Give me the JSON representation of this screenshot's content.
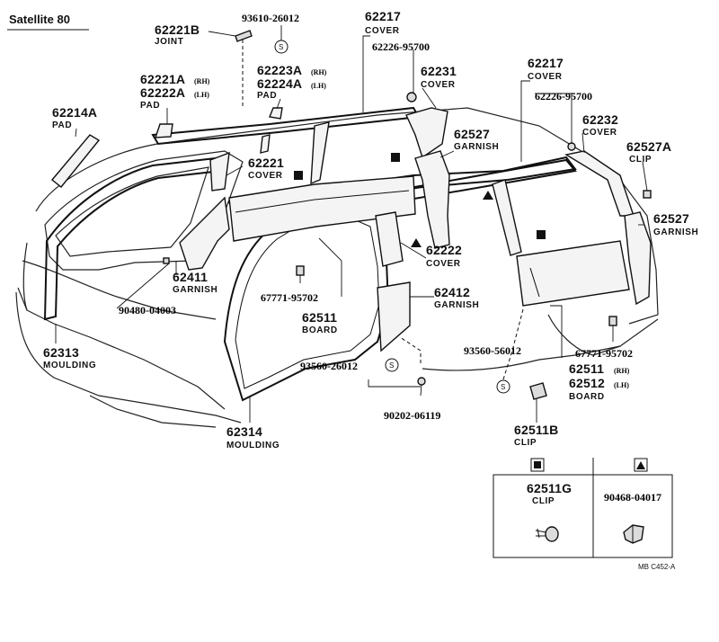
{
  "title": "Satellite 80",
  "ref_code": "MB  C452-A",
  "parts": {
    "p62221B": {
      "num": "62221B",
      "name": "JOINT"
    },
    "p93610": {
      "num": "93610-26012"
    },
    "p62217a": {
      "num": "62217",
      "name": "COVER"
    },
    "p62226a": {
      "num": "62226-95700"
    },
    "p62223A": {
      "num": "62223A",
      "suffix": "(RH)"
    },
    "p62224A": {
      "num": "62224A",
      "suffix": "(LH)",
      "name": "PAD"
    },
    "p62221A": {
      "num": "62221A",
      "suffix": "(RH)"
    },
    "p62222A": {
      "num": "62222A",
      "suffix": "(LH)",
      "name": "PAD"
    },
    "p62231": {
      "num": "62231",
      "name": "COVER"
    },
    "p62217b": {
      "num": "62217",
      "name": "COVER"
    },
    "p62226b": {
      "num": "62226-95700"
    },
    "p62214A": {
      "num": "62214A",
      "name": "PAD"
    },
    "p62527a": {
      "num": "62527",
      "name": "GARNISH"
    },
    "p62232": {
      "num": "62232",
      "name": "COVER"
    },
    "p62527A": {
      "num": "62527A",
      "name": "CLIP"
    },
    "p62221": {
      "num": "62221",
      "name": "COVER"
    },
    "p62527b": {
      "num": "62527",
      "name": "GARNISH"
    },
    "p62222": {
      "num": "62222",
      "name": "COVER"
    },
    "p62411": {
      "num": "62411",
      "name": "GARNISH"
    },
    "p67771a": {
      "num": "67771-95702"
    },
    "p62511": {
      "num": "62511",
      "name": "BOARD"
    },
    "p62412": {
      "num": "62412",
      "name": "GARNISH"
    },
    "p90480": {
      "num": "90480-04003"
    },
    "p62313": {
      "num": "62313",
      "name": "MOULDING"
    },
    "p93560a": {
      "num": "93560-56012"
    },
    "p67771b": {
      "num": "67771-95702"
    },
    "p93560b": {
      "num": "93560-26012"
    },
    "p62511RH": {
      "num": "62511",
      "suffix": "(RH)"
    },
    "p62512LH": {
      "num": "62512",
      "suffix": "(LH)",
      "name": "BOARD"
    },
    "p90202": {
      "num": "90202-06119"
    },
    "p62314": {
      "num": "62314",
      "name": "MOULDING"
    },
    "p62511B": {
      "num": "62511B",
      "name": "CLIP"
    },
    "p62511G": {
      "num": "62511G",
      "name": "CLIP"
    },
    "p90468": {
      "num": "90468-04017"
    }
  },
  "symbols": {
    "s_mark": "S"
  }
}
